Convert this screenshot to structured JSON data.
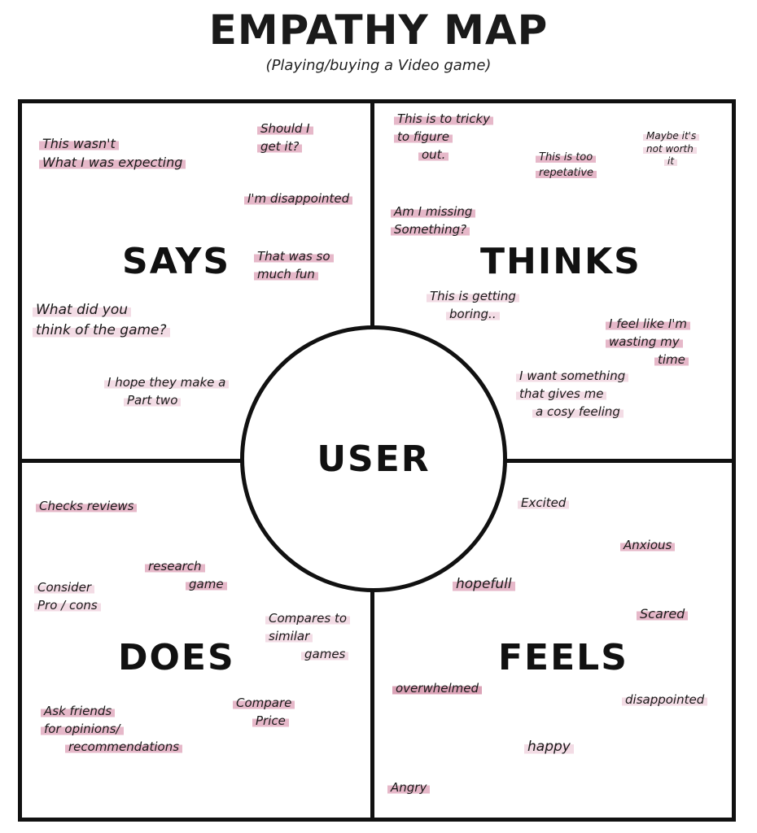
{
  "title": "EMPATHY MAP",
  "subtitle": "(Playing/buying a Video game)",
  "center": "USER",
  "quadrants": {
    "says": {
      "label": "SAYS",
      "notes": [
        [
          "This wasn't",
          "What I was expecting"
        ],
        [
          "Should I",
          "get it?"
        ],
        [
          "I'm disappointed"
        ],
        [
          "That was so",
          "much fun"
        ],
        [
          "What did you",
          "think of the game?"
        ],
        [
          "I hope they make a",
          "Part two"
        ]
      ]
    },
    "thinks": {
      "label": "THINKS",
      "notes": [
        [
          "This is to tricky",
          "to figure",
          "out."
        ],
        [
          "This is too",
          "repetative"
        ],
        [
          "Maybe it's",
          "not worth",
          "it"
        ],
        [
          "Am I missing",
          "Something?"
        ],
        [
          "This is getting",
          "boring.."
        ],
        [
          "I feel like I'm",
          "wasting my",
          "time"
        ],
        [
          "I want something",
          "that gives me",
          "a cosy feeling"
        ]
      ]
    },
    "does": {
      "label": "DOES",
      "notes": [
        [
          "Checks reviews"
        ],
        [
          "research",
          "game"
        ],
        [
          "Consider",
          "Pro / cons"
        ],
        [
          "Compares to",
          "similar",
          "games"
        ],
        [
          "Ask friends",
          "for opinions/",
          "recommendations"
        ],
        [
          "Compare",
          "Price"
        ]
      ]
    },
    "feels": {
      "label": "FEELS",
      "notes": [
        [
          "Excited"
        ],
        [
          "Anxious"
        ],
        [
          "hopefull"
        ],
        [
          "Scared"
        ],
        [
          "overwhelmed"
        ],
        [
          "disappointed"
        ],
        [
          "happy"
        ],
        [
          "Angry"
        ]
      ]
    }
  },
  "colors": {
    "highlight": "#e6b8c9",
    "line": "#111111"
  }
}
